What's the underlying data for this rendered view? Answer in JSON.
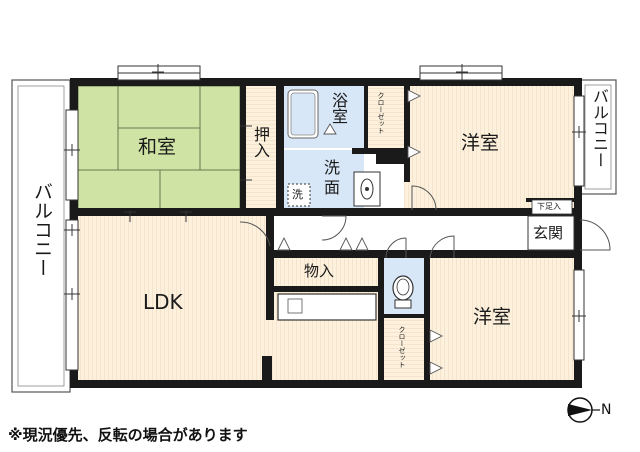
{
  "rooms": {
    "washitsu": "和室",
    "oshiire": "押入",
    "yokushitsu": "浴室",
    "closet_top": "クローゼット",
    "yoshitsu_upper": "洋室",
    "balcony_right": "バルコニー",
    "balcony_left": "バルコニー",
    "senmen": "洗面",
    "sentakuki": "洗",
    "getabako": "下足入",
    "genkan": "玄関",
    "monoire": "物入",
    "ldk": "LDK",
    "yoshitsu_lower": "洋室",
    "closet_bottom": "クローゼット"
  },
  "compass": {
    "label": "N"
  },
  "note": "※現況優先、反転の場合があります",
  "colors": {
    "tatami": "#cfe3a4",
    "floor": "#fdf1dd",
    "water": "#d8e7f7",
    "wall": "#1a1a1a",
    "line": "#777777"
  }
}
